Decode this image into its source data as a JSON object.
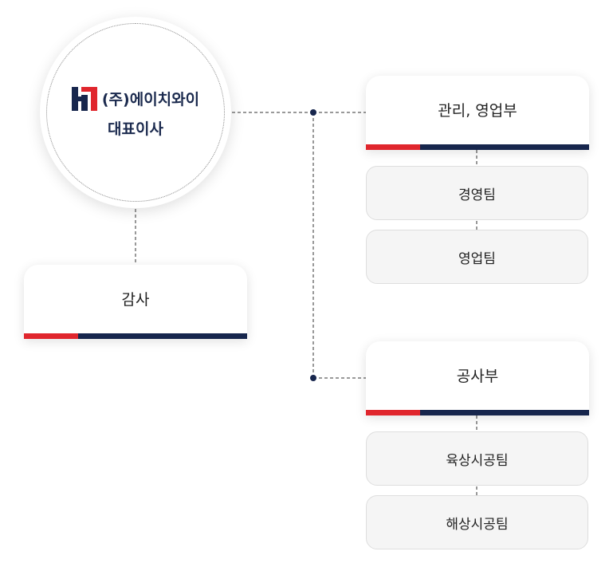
{
  "ceo": {
    "logo_icon": "hy-logo-icon",
    "company": "(주)에이치와이",
    "title": "대표이사"
  },
  "audit": {
    "label": "감사"
  },
  "departments": [
    {
      "label": "관리, 영업부",
      "teams": [
        "경영팀",
        "영업팀"
      ]
    },
    {
      "label": "공사부",
      "teams": [
        "육상시공팀",
        "해상시공팀"
      ]
    }
  ],
  "colors": {
    "red": "#e0262d",
    "navy": "#17264d",
    "team_bg": "#f5f5f5"
  }
}
